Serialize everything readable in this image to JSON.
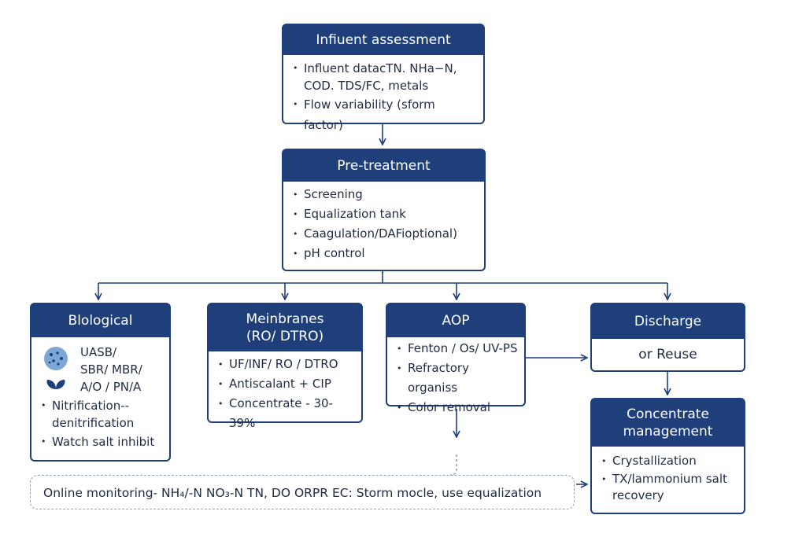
{
  "influent": {
    "title": "Infiuent assessment",
    "items": [
      "Influent datacTN. NHa−N,",
      "COD. TDS/FC, metals",
      "Flow variability (sform factor)"
    ]
  },
  "pretreatment": {
    "title": "Pre-treatment",
    "items": [
      "Screening",
      "Equalization tank",
      "Caagulation/DAFioptional)",
      "pH control"
    ]
  },
  "biological": {
    "title": "Blological",
    "processes": [
      "UASB/",
      "SBR/ MBR/",
      "A/O / PN/A"
    ],
    "items": [
      "Nitrification--",
      "denitrification",
      "Watch salt inhibit"
    ],
    "icon": "microbe-and-plant-icon"
  },
  "membranes": {
    "title_line1": "Meinbranes",
    "title_line2": "(RO/ DTRO)",
    "items": [
      "UF/INF/ RO / DTRO",
      "Antiscalant + CIP",
      "Concentrate - 30-39%"
    ]
  },
  "aop": {
    "title": "AOP",
    "items": [
      "Fenton / Os/ UV-PS",
      "Refractory organiss",
      "Color removal"
    ]
  },
  "discharge": {
    "title": "Discharge",
    "body": "or Reuse"
  },
  "concentrate": {
    "title_line1": "Concentrate",
    "title_line2": "management",
    "items": [
      "Crystallization",
      "TX/lammonium salt",
      "recovery"
    ]
  },
  "monitoring": {
    "text": "Online monitoring- NH₄/-N  NO₃-N  TN, DO  ORPR EC: Storm mocle,  use equalization"
  },
  "colors": {
    "primary": "#1e3f7a",
    "dashed": "#8ea2c4",
    "text": "#1f2a44"
  }
}
